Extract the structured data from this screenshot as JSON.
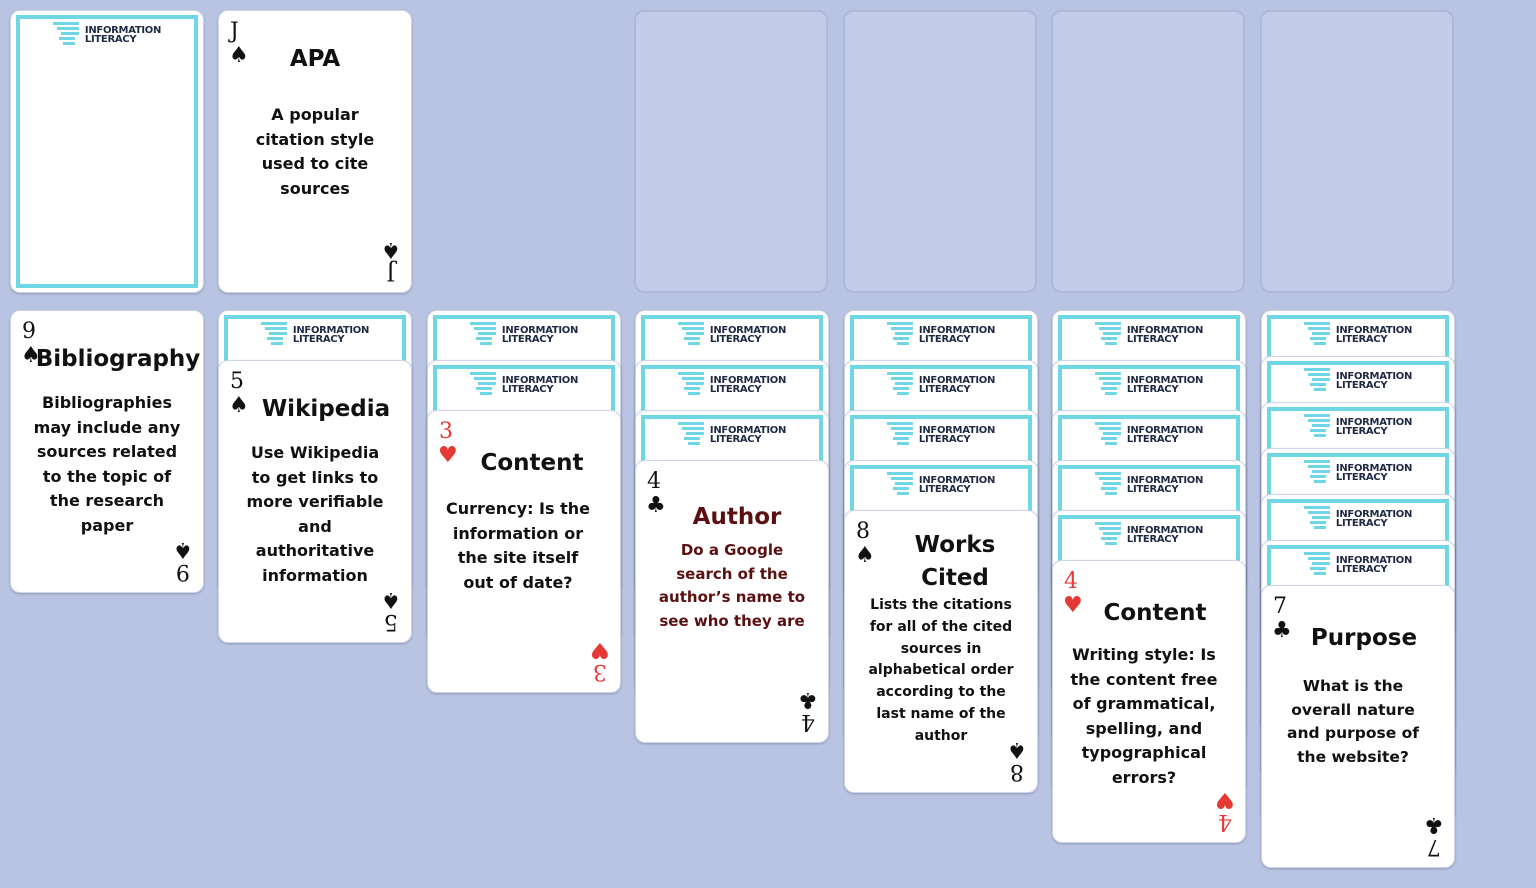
{
  "back_logo": {
    "line1": "INFORMATION",
    "line2": "LITERACY"
  },
  "stock": {
    "face_down": true
  },
  "waste": {
    "rank": "J",
    "suit": "spades",
    "title": "APA",
    "text": "A popular citation style used to cite sources"
  },
  "foundations": [
    {
      "empty": true
    },
    {
      "empty": true
    },
    {
      "empty": true
    },
    {
      "empty": true
    }
  ],
  "tableau": [
    {
      "hidden": 0,
      "card": {
        "rank": "9",
        "suit": "spades",
        "title": "Bibliography",
        "text": "Bibliographies may include any sources related to the topic of the research paper"
      }
    },
    {
      "hidden": 1,
      "card": {
        "rank": "5",
        "suit": "spades",
        "title": "Wikipedia",
        "text": "Use Wikipedia to get links to more verifiable and authoritative information"
      }
    },
    {
      "hidden": 2,
      "card": {
        "rank": "3",
        "suit": "hearts",
        "title": "Content",
        "text": "Currency: Is the information or the site itself out of date?"
      }
    },
    {
      "hidden": 3,
      "card": {
        "rank": "4",
        "suit": "clubs",
        "title": "Author",
        "text": "Do a Google search of the author’s name to see who they are"
      }
    },
    {
      "hidden": 4,
      "card": {
        "rank": "8",
        "suit": "spades",
        "title": "Works Cited",
        "text": "Lists the citations for all of the cited sources in alphabetical order according to the last name of the author"
      }
    },
    {
      "hidden": 5,
      "card": {
        "rank": "4",
        "suit": "hearts",
        "title": "Content",
        "text": "Writing style: Is the content free of grammatical, spelling, and typographical errors?"
      }
    },
    {
      "hidden": 6,
      "card": {
        "rank": "7",
        "suit": "clubs",
        "title": "Purpose",
        "text": "What is the overall nature and purpose of the website?"
      }
    }
  ],
  "suit_icons": {
    "spades": "spade-icon",
    "hearts": "heart-icon",
    "clubs": "club-icon"
  },
  "colors": {
    "table": "#b9c4e2",
    "card_back_frame": "#6fd6e3",
    "red_suit": "#e53935"
  }
}
